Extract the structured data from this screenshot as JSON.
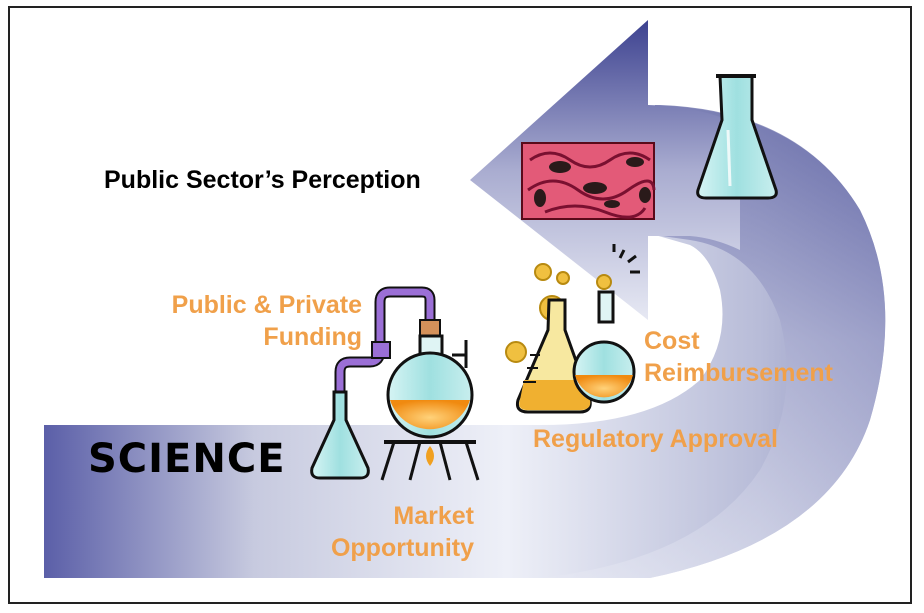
{
  "labels": {
    "perception": "Public Sector’s Perception",
    "funding": [
      "Public & Private",
      "Funding"
    ],
    "cost": [
      "Cost",
      "Reimbursement"
    ],
    "regulatory": "Regulatory Approval",
    "market": [
      "Market",
      "Opportunity"
    ],
    "science": "SCIENCE"
  },
  "colors": {
    "arrow_dark": "#4a4f9a",
    "arrow_light": "#eef0f8",
    "label_orange": "#f0a04a",
    "label_black": "#000000"
  },
  "icons": [
    "cells-icon",
    "erlenmeyer-flask-icon",
    "boiling-flasks-icon",
    "distillation-apparatus-icon"
  ]
}
